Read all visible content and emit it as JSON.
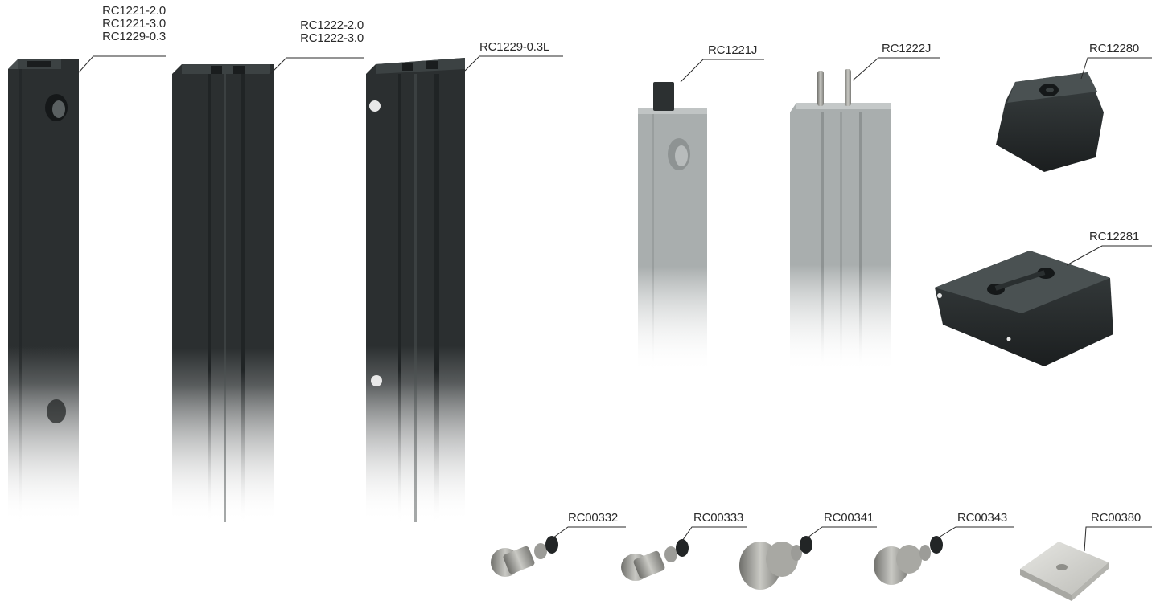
{
  "products": {
    "rail_a": {
      "labels": [
        "RC1221-2.0",
        "RC1221-3.0",
        "RC1229-0.3"
      ]
    },
    "rail_b": {
      "labels": [
        "RC1222-2.0",
        "RC1222-3.0"
      ]
    },
    "rail_c": {
      "label": "RC1229-0.3L"
    },
    "joint_1": {
      "label": "RC1221J"
    },
    "joint_2": {
      "label": "RC1222J"
    },
    "block_1": {
      "label": "RC12280"
    },
    "clamp_1": {
      "label": "RC12281"
    },
    "screw_1": {
      "label": "RC00332"
    },
    "screw_2": {
      "label": "RC00333"
    },
    "screw_3": {
      "label": "RC00341"
    },
    "screw_4": {
      "label": "RC00343"
    },
    "plate_1": {
      "label": "RC00380"
    }
  },
  "colors": {
    "rail_dark": "#2b2f30",
    "rail_edge": "#3e4445",
    "joint_gray": "#a9aeae",
    "metal": "#9a9a96",
    "plate": "#d4d4d0",
    "label_text": "#2a2a2a"
  }
}
